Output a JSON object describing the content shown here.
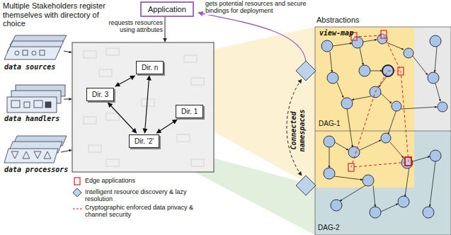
{
  "diagram": {
    "nodes": [
      {
        "text": [
          "Application"
        ]
      },
      {
        "text": [
          "Dir. n"
        ]
      },
      {
        "text": [
          "Dir. 3"
        ]
      },
      {
        "text": [
          "Dir. 1"
        ]
      },
      {
        "text": [
          "Dir. '2'"
        ]
      }
    ],
    "edges": [
      {
        "from": 2,
        "to": 1,
        "arrow": "both"
      },
      {
        "from": 1,
        "to": 4,
        "arrow": "both"
      },
      {
        "from": 2,
        "to": 4,
        "arrow": "both"
      },
      {
        "from": 4,
        "to": 3,
        "arrow": "both"
      }
    ],
    "labels": [
      "Multiple Stakeholders register themselves with directory of choice",
      "data sources",
      "data handlers",
      "data processors",
      "requests resources using attributes",
      "gets potential resources and secure bindings for deployment",
      "Abstractions",
      "view-map",
      "Connected namespaces",
      "DAG-1",
      "DAG-2"
    ],
    "legend": [
      {
        "text": "Edge applications"
      },
      {
        "text": "Intelligent resource discovery & lazy resolution"
      },
      {
        "text": "Cryptographic enforced data privacy & channel security"
      }
    ]
  }
}
